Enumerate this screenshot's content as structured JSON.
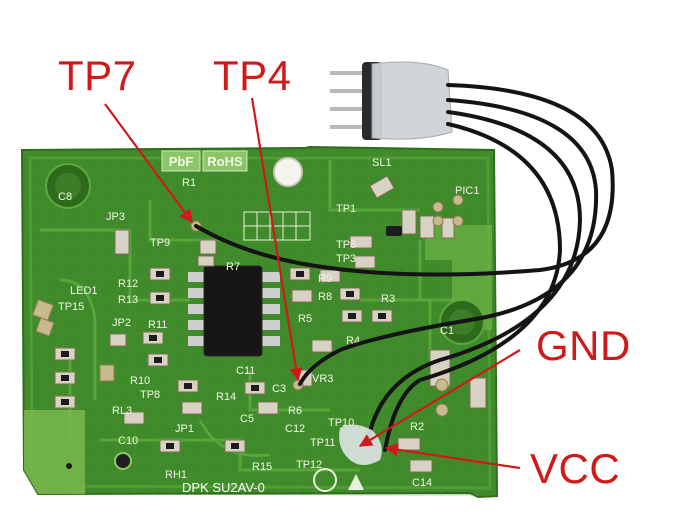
{
  "callouts": {
    "tp7": "TP7",
    "tp4": "TP4",
    "gnd": "GND",
    "vcc": "VCC"
  },
  "board": {
    "marking_bottom": "DPK SU2AV-0",
    "pbf": "PbF",
    "rohs": "RoHS",
    "silkscreen": [
      "C8",
      "R1",
      "TP1",
      "TP9",
      "TP6",
      "TP3",
      "SL1",
      "PIC1",
      "LED1",
      "TP15",
      "R12",
      "R13",
      "R9",
      "R8",
      "R3",
      "R7",
      "R10",
      "R11",
      "R4",
      "R5",
      "JP2",
      "TP8",
      "R14",
      "R6",
      "C3",
      "VR3",
      "C11",
      "C12",
      "C1",
      "C10",
      "JP1",
      "TP10",
      "TP11",
      "TP12",
      "R15",
      "RH1",
      "R2",
      "C14",
      "RL3",
      "C5",
      "JP3"
    ]
  },
  "colors": {
    "callout": "#d0191b",
    "pcb": "#3f8a2a",
    "trace": "#58a23a",
    "wire": "#141414",
    "silkscreen": "#f3f7e8"
  }
}
